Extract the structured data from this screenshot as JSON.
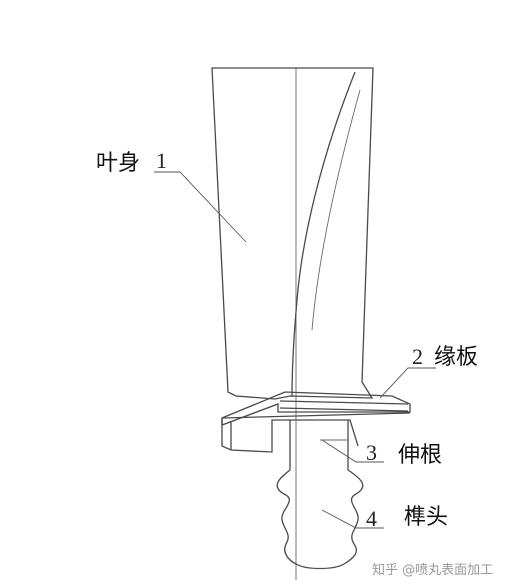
{
  "labels": [
    {
      "number": "1",
      "text": "叶身"
    },
    {
      "number": "2",
      "text": "缘板"
    },
    {
      "number": "3",
      "text": "伸根"
    },
    {
      "number": "4",
      "text": "榫头"
    }
  ],
  "watermark": "知乎 @喷丸表面加工",
  "colors": {
    "line": "#4a4a4a",
    "text": "#111111",
    "watermark": "#9a9a9a"
  }
}
